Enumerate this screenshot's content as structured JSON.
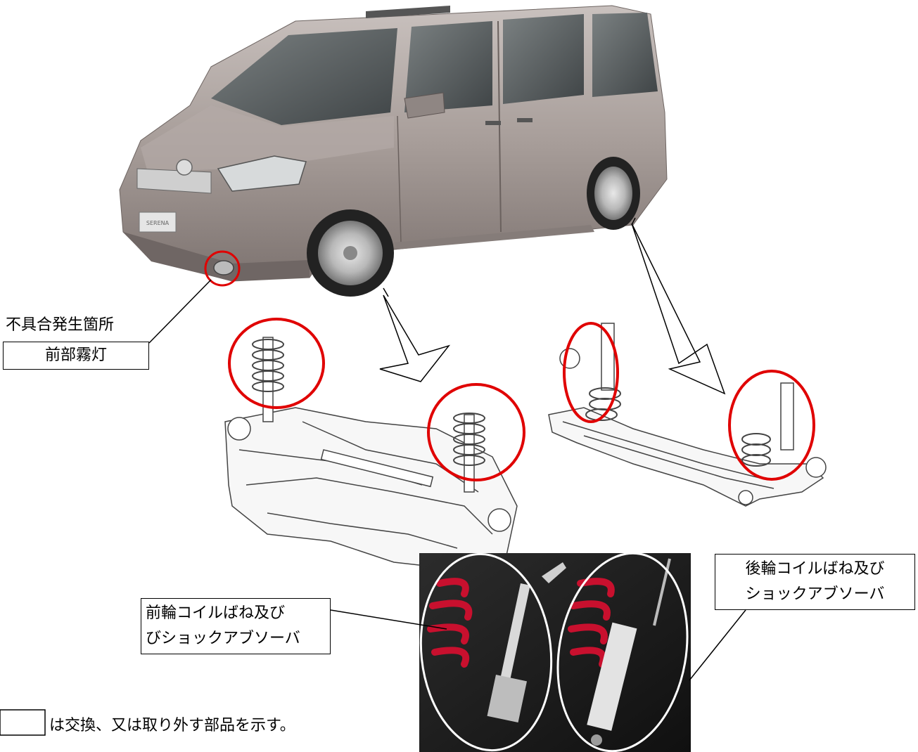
{
  "callouts": {
    "defect_location": "不具合発生箇所",
    "front_fog_lamp": "前部霧灯",
    "front_parts_line1": "前輪コイルばね及び",
    "front_parts_line2": "びショックアブソーバ",
    "rear_parts_line1": "後輪コイルばね及び",
    "rear_parts_line2": "ショックアブソーバ",
    "legend_text": "は交換、又は取り外す部品を示す。"
  },
  "car_badge": "SERENA",
  "colors": {
    "highlight_red": "#e00000",
    "car_body": "#a49a97",
    "photo_background": "#1c1c1c",
    "spring_red": "#c8102e"
  }
}
